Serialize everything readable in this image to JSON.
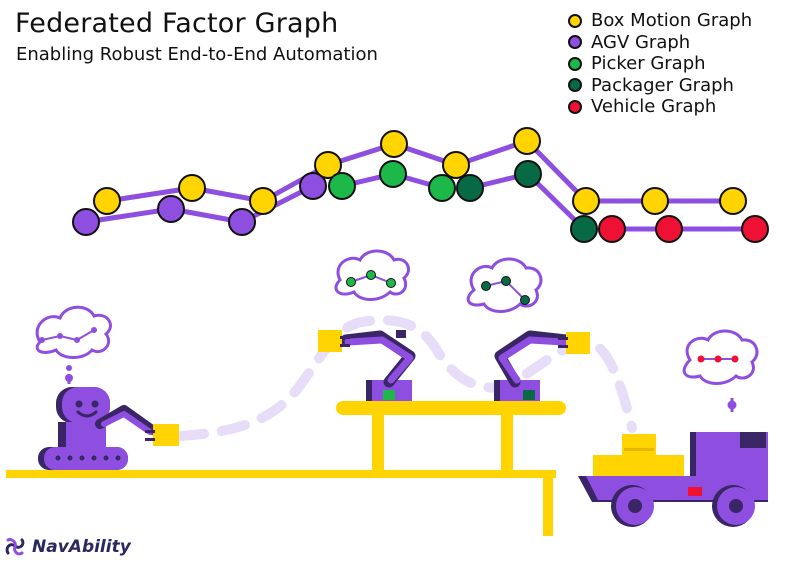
{
  "title": "Federated Factor Graph",
  "subtitle": "Enabling Robust End-to-End Automation",
  "legend": [
    {
      "label": "Box Motion Graph",
      "color": "#ffd400"
    },
    {
      "label": "AGV Graph",
      "color": "#8e4fe0"
    },
    {
      "label": "Picker Graph",
      "color": "#1db84a"
    },
    {
      "label": "Packager Graph",
      "color": "#086a45"
    },
    {
      "label": "Vehicle Graph",
      "color": "#ee1133"
    }
  ],
  "logo": {
    "text": "NavAbility"
  }
}
